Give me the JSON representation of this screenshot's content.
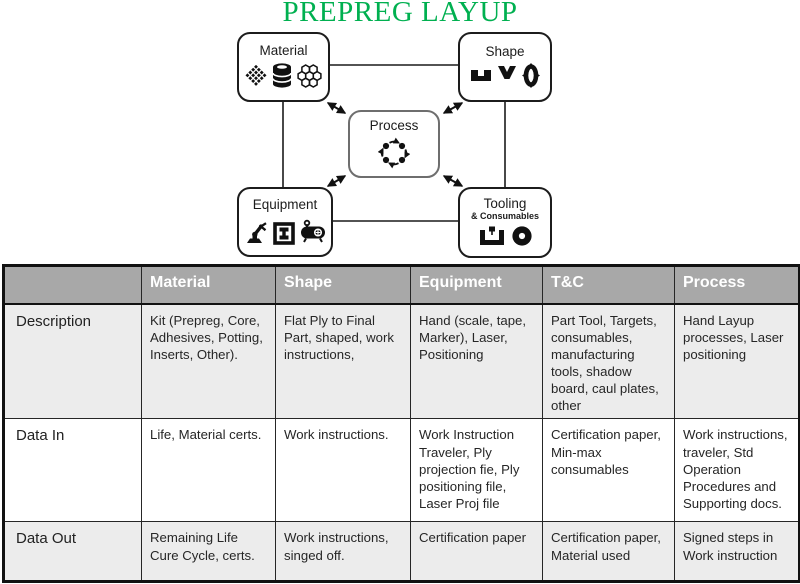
{
  "title": {
    "text": "PREPREG LAYUP",
    "color": "#00B050"
  },
  "diagram": {
    "nodes": [
      {
        "id": "material",
        "label": "Material",
        "icons": [
          "weave-icon",
          "database-icon",
          "honeycomb-icon"
        ]
      },
      {
        "id": "shape",
        "label": "Shape",
        "icons": [
          "u-channel-icon",
          "v-shape-icon",
          "spiked-oval-icon"
        ]
      },
      {
        "id": "process",
        "label": "Process",
        "icons": [
          "cycle-icon"
        ]
      },
      {
        "id": "equipment",
        "label": "Equipment",
        "icons": [
          "robot-arm-icon",
          "press-icon",
          "autoclave-icon"
        ]
      },
      {
        "id": "tooling",
        "label": "Tooling",
        "sublabel": "& Consumables",
        "icons": [
          "mold-icon",
          "tape-roll-icon"
        ]
      }
    ],
    "connections": [
      "material-shape",
      "material-equipment",
      "shape-tooling",
      "equipment-tooling",
      "process-material",
      "process-shape",
      "process-equipment",
      "process-tooling"
    ]
  },
  "table": {
    "columns": [
      "",
      "Material",
      "Shape",
      "Equipment",
      "T&C",
      "Process"
    ],
    "rows": [
      {
        "label": "Description",
        "cells": [
          "Kit (Prepreg, Core, Adhesives, Potting, Inserts, Other).",
          "Flat Ply to Final Part, shaped, work instructions,",
          "Hand (scale, tape, Marker), Laser, Positioning",
          "Part Tool, Targets, consumables, manufacturing tools, shadow board, caul plates, other",
          "Hand Layup processes, Laser positioning"
        ]
      },
      {
        "label": "Data In",
        "cells": [
          "Life, Material certs.",
          "Work instructions.",
          "Work Instruction Traveler, Ply projection fie, Ply positioning file, Laser Proj file",
          "Certification paper, Min-max consumables",
          "Work instructions, traveler, Std Operation Procedures and Supporting docs."
        ]
      },
      {
        "label": "Data Out",
        "cells": [
          "Remaining Life Cure Cycle, certs.",
          "Work instructions, singed off.",
          "Certification paper",
          "Certification paper, Material used",
          "Signed steps in Work instruction"
        ]
      }
    ],
    "colors": {
      "header_bg": "#a8a8a8",
      "header_text": "#ffffff",
      "band_bg": "#ececec",
      "row_bg": "#ffffff",
      "border": "#262626"
    }
  }
}
